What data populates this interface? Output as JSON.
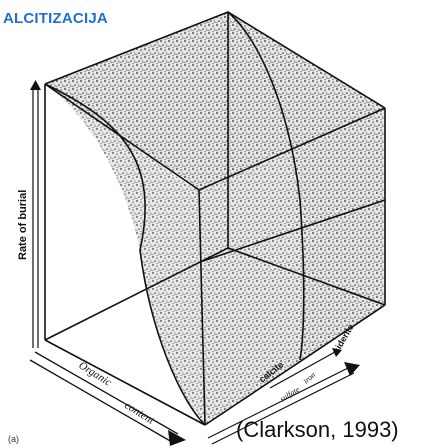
{
  "title": "ALCITIZACIJA",
  "axes": {
    "vertical": "Rate of burial",
    "organic_left": "Organic",
    "organic_right": "content",
    "sulfate": "sulfate",
    "iron": "iron"
  },
  "zones": {
    "calcite": "calcite",
    "siderite": "siderite"
  },
  "citation": "(Clarkson, 1993)",
  "figure_label": "(a)",
  "colors": {
    "title": "#1f6fd6",
    "line": "#111111",
    "stipple": "#222222"
  }
}
